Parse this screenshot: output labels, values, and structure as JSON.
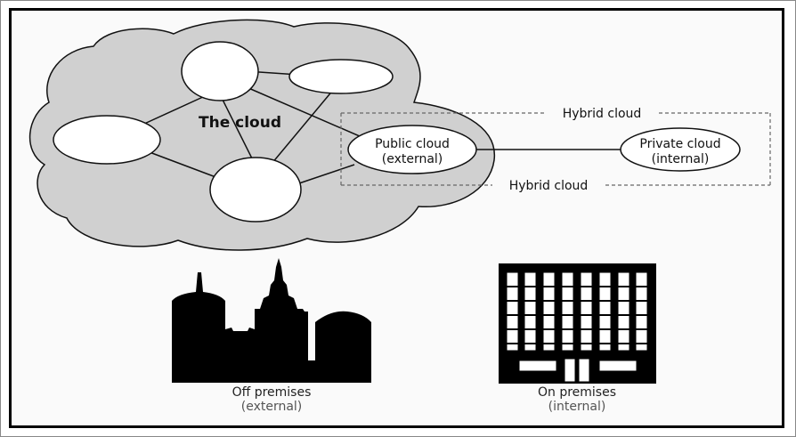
{
  "diagram": {
    "cloud_label": "The cloud",
    "public_cloud": {
      "line1": "Public cloud",
      "line2": "(external)"
    },
    "private_cloud": {
      "line1": "Private cloud",
      "line2": "(internal)"
    },
    "hybrid_top": "Hybrid cloud",
    "hybrid_bottom": "Hybrid cloud",
    "off_premises": {
      "line1": "Off premises",
      "line2": "(external)"
    },
    "on_premises": {
      "line1": "On premises",
      "line2": "(internal)"
    }
  },
  "colors": {
    "cloud_fill": "#d0d0d0",
    "outline": "#111111",
    "dashed": "#666666",
    "silhouette": "#000000"
  }
}
